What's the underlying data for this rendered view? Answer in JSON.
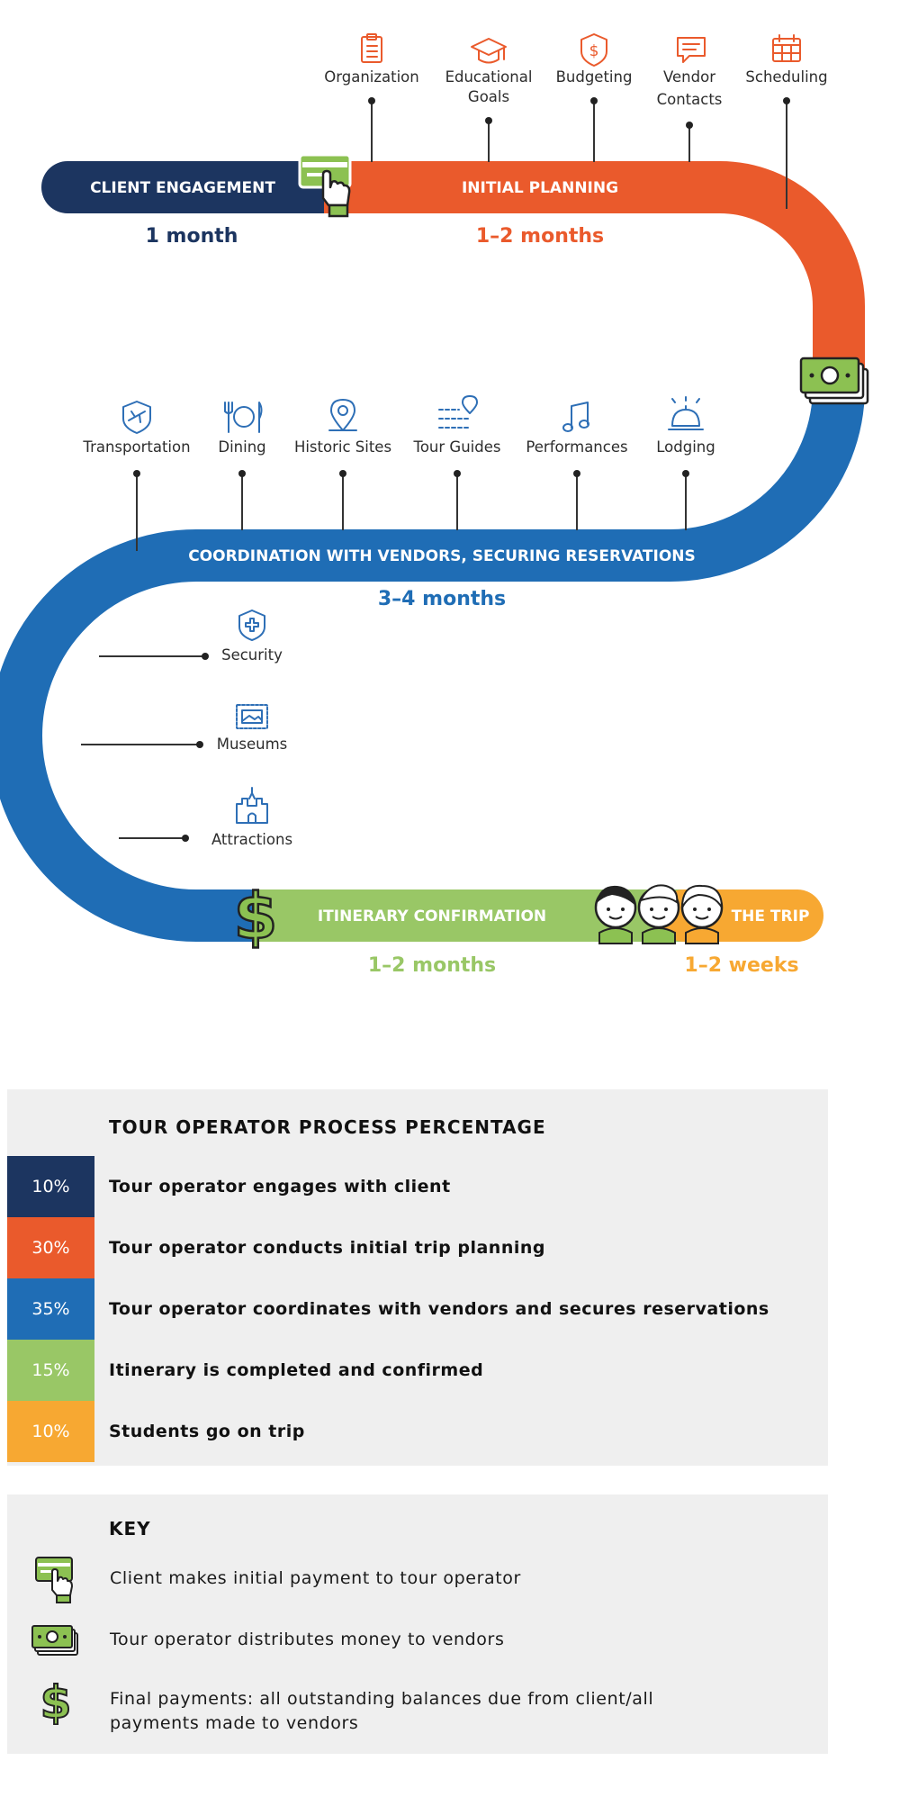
{
  "colors": {
    "client_engagement": "#1c3560",
    "initial_planning": "#ea5a2c",
    "coordination": "#1f6db5",
    "itinerary": "#99c766",
    "trip": "#f7a832",
    "panel_bg": "#efefef"
  },
  "stages": {
    "client_engagement": {
      "label": "CLIENT ENGAGEMENT",
      "duration": "1 month"
    },
    "initial_planning": {
      "label": "INITIAL PLANNING",
      "duration": "1–2 months"
    },
    "coordination": {
      "label": "COORDINATION WITH VENDORS, SECURING RESERVATIONS",
      "duration": "3–4 months"
    },
    "itinerary": {
      "label": "ITINERARY CONFIRMATION",
      "duration": "1–2 months"
    },
    "trip": {
      "label": "THE TRIP",
      "duration": "1–2 weeks"
    }
  },
  "planning_tasks": {
    "organization": {
      "label": "Organization",
      "icon": "clipboard-icon"
    },
    "educational_goals": {
      "line1": "Educational",
      "line2": "Goals",
      "icon": "graduation-cap-icon"
    },
    "budgeting": {
      "label": "Budgeting",
      "icon": "dollar-shield-icon"
    },
    "vendor_contacts": {
      "line1": "Vendor",
      "line2": "Contacts",
      "icon": "chat-bubble-icon"
    },
    "scheduling": {
      "label": "Scheduling",
      "icon": "calendar-icon"
    }
  },
  "vendor_tasks": {
    "transportation": {
      "label": "Transportation",
      "icon": "airplane-shield-icon"
    },
    "dining": {
      "label": "Dining",
      "icon": "fork-knife-plate-icon"
    },
    "historic_sites": {
      "label": "Historic Sites",
      "icon": "map-pin-icon"
    },
    "tour_guides": {
      "label": "Tour Guides",
      "icon": "route-pin-icon"
    },
    "performances": {
      "label": "Performances",
      "icon": "music-note-icon"
    },
    "lodging": {
      "label": "Lodging",
      "icon": "service-bell-icon"
    },
    "security": {
      "label": "Security",
      "icon": "medical-shield-icon"
    },
    "museums": {
      "label": "Museums",
      "icon": "framed-picture-icon"
    },
    "attractions": {
      "label": "Attractions",
      "icon": "castle-icon"
    }
  },
  "percentages": {
    "title": "TOUR OPERATOR PROCESS PERCENTAGE",
    "rows": [
      {
        "percent": "10%",
        "description": "Tour operator engages with client",
        "color": "#1c3560"
      },
      {
        "percent": "30%",
        "description": "Tour operator conducts initial trip planning",
        "color": "#ea5a2c"
      },
      {
        "percent": "35%",
        "description": "Tour operator coordinates with vendors and secures reservations",
        "color": "#1f6db5"
      },
      {
        "percent": "15%",
        "description": "Itinerary is completed and confirmed",
        "color": "#99c766"
      },
      {
        "percent": "10%",
        "description": "Students go on trip",
        "color": "#f7a832"
      }
    ]
  },
  "key": {
    "title": "KEY",
    "items": [
      {
        "icon": "card-payment-hand-icon",
        "text": "Client makes initial payment to tour operator"
      },
      {
        "icon": "cash-stack-icon",
        "text": "Tour operator distributes money to vendors"
      },
      {
        "icon": "dollar-sign-icon",
        "line1": "Final payments: all outstanding balances due from client/all",
        "line2": "payments made to vendors"
      }
    ]
  }
}
